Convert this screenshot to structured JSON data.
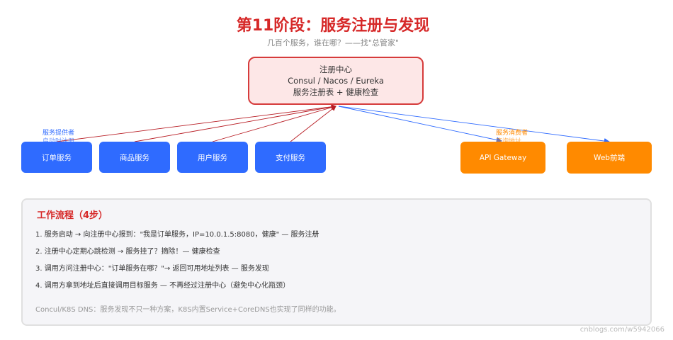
{
  "title": "第11阶段：服务注册与发现",
  "subtitle": "几百个服务，谁在哪？——找\"总管家\"",
  "registry": {
    "line1": "注册中心",
    "line2": "Consul / Nacos / Eureka",
    "line3": "服务注册表 + 健康检查"
  },
  "providers": {
    "label": "服务提供者",
    "sublabel": "启动时注册",
    "items": [
      "订单服务",
      "商品服务",
      "用户服务",
      "支付服务"
    ]
  },
  "consumers": {
    "label": "服务消费者",
    "sublabel": "查询地址",
    "items": [
      "API Gateway",
      "Web前端"
    ]
  },
  "colors": {
    "title": "#d62828",
    "provider": "#2f6bff",
    "consumer": "#ff8a00",
    "register_arrow": "#b81d24",
    "discover_arrow": "#2f6bff"
  },
  "flow": {
    "title": "工作流程（4步）",
    "steps": [
      "1. 服务启动 → 向注册中心报到：\"我是订单服务，IP=10.0.1.5:8080，健康\" — 服务注册",
      "2. 注册中心定期心跳检测 → 服务挂了？摘除！— 健康检查",
      "3. 调用方问注册中心：\"订单服务在哪？\"→ 返回可用地址列表 — 服务发现",
      "4. 调用方拿到地址后直接调用目标服务 — 不再经过注册中心（避免中心化瓶颈）"
    ],
    "note": "Concul/K8S DNS：服务发现不只一种方案，K8S内置Service+CoreDNS也实现了同样的功能。"
  },
  "watermark": "cnblogs.com/w5942066"
}
